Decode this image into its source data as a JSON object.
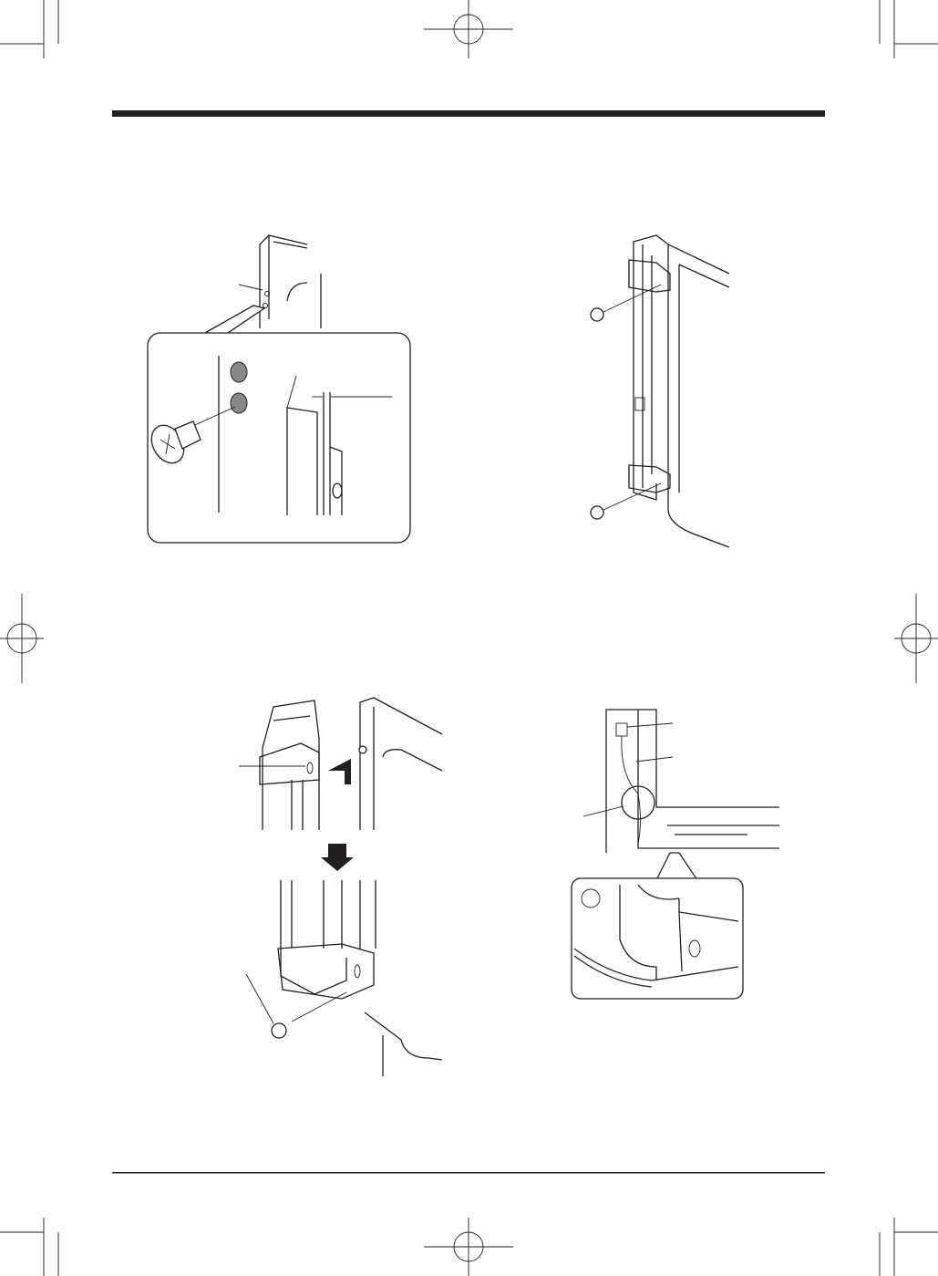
{
  "page": {
    "ink_color": "#231f20",
    "background": "#ffffff",
    "figures": [
      {
        "icon": "screw-hole-detail-illustration"
      },
      {
        "icon": "bracket-screws-illustration"
      },
      {
        "icon": "hang-bracket-illustration"
      },
      {
        "icon": "cable-routing-illustration"
      }
    ]
  }
}
